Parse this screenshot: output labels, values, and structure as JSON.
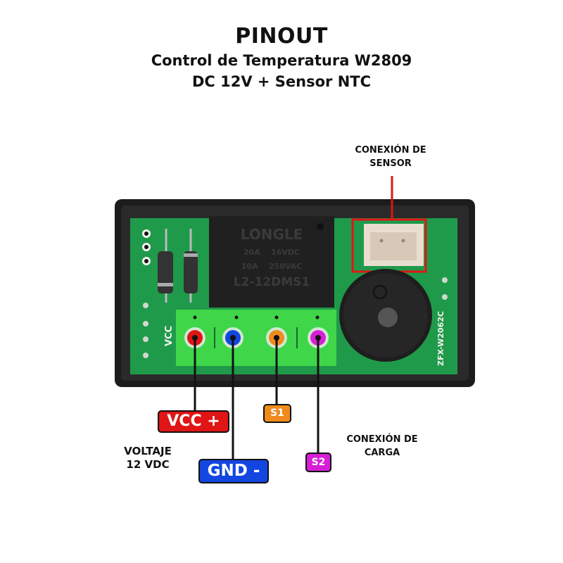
{
  "header": {
    "title": "PINOUT",
    "subtitle_line1": "Control de Temperatura W2809",
    "subtitle_line2": "DC 12V + Sensor NTC"
  },
  "labels": {
    "sensor_connection": [
      "CONEXIÓN DE",
      "SENSOR"
    ],
    "load_connection": [
      "CONEXIÓN DE",
      "CARGA"
    ],
    "voltage": [
      "VOLTAJE",
      "12 VDC"
    ]
  },
  "pins": [
    {
      "label": "VCC +",
      "color": "#e01515"
    },
    {
      "label": "GND -",
      "color": "#1346e0"
    },
    {
      "label": "S1",
      "color": "#f08a1c"
    },
    {
      "label": "S2",
      "color": "#d61fd6"
    }
  ],
  "board": {
    "relay_brand": "LONGLE",
    "relay_spec1": "20A    16VDC",
    "relay_spec2": "10A    250VAC",
    "relay_model": "L2-12DMS1",
    "silk_vcc": "VCC",
    "board_id": "ZFX-W2062C",
    "pcb_color": "#1f9a4a",
    "terminal_color": "#3fd64a"
  }
}
